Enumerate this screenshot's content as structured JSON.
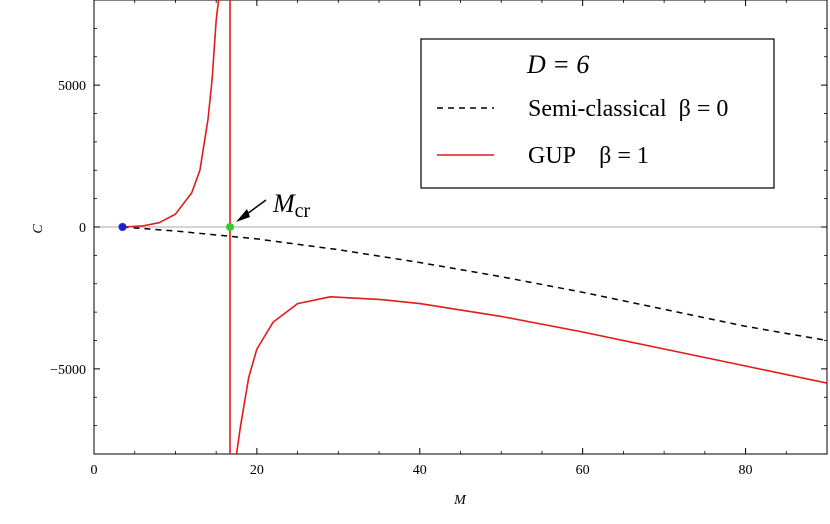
{
  "chart_data": {
    "type": "line",
    "xlabel": "M",
    "ylabel": "C",
    "xlim": [
      0,
      90
    ],
    "ylim": [
      -8000,
      8000
    ],
    "x_ticks": [
      0,
      20,
      40,
      60,
      80
    ],
    "y_ticks": [
      -5000,
      0,
      5000
    ],
    "grid": false,
    "legend": {
      "placement": "top-right",
      "title": "D = 6",
      "entries": [
        {
          "label": "Semi-classical  β = 0",
          "style": "dashed",
          "color": "#000000"
        },
        {
          "label": "GUP    β = 1",
          "style": "solid",
          "color": "#e41a1c"
        }
      ]
    },
    "series": [
      {
        "name": "Semi-classical  β = 0",
        "x": [
          3.5,
          10,
          20,
          30,
          40,
          50,
          60,
          70,
          80,
          90
        ],
        "y": [
          0,
          -140,
          -420,
          -800,
          -1250,
          -1750,
          -2300,
          -2900,
          -3500,
          -4000
        ]
      },
      {
        "name": "GUP    β = 1",
        "segments": [
          {
            "x": [
              3.5,
              6,
              8,
              10,
              12,
              13,
              14,
              14.5,
              15,
              15.3,
              15.5
            ],
            "y": [
              0,
              40,
              150,
              450,
              1200,
              2000,
              3800,
              5200,
              7300,
              8000,
              8000
            ]
          },
          {
            "x": [
              17.5,
              18,
              19,
              20,
              22,
              25,
              29,
              35,
              40,
              50,
              60,
              70,
              80,
              90
            ],
            "y": [
              -8000,
              -7000,
              -5300,
              -4300,
              -3350,
              -2700,
              -2460,
              -2550,
              -2700,
              -3150,
              -3700,
              -4300,
              -4900,
              -5500
            ]
          }
        ],
        "asymptote_x": 16.7
      }
    ],
    "points": [
      {
        "x": 3.5,
        "y": 0,
        "color": "#1f1fcf"
      },
      {
        "x": 16.7,
        "y": 0,
        "color": "#33cc33"
      }
    ],
    "annotations": [
      {
        "text": "M",
        "subscript": "cr",
        "target_x": 16.7,
        "target_y": 0
      }
    ],
    "colors": {
      "gup": "#e41a1c",
      "semi": "#000000",
      "blue_point": "#1f1fcf",
      "green_point": "#33cc33",
      "zero_line": "#aaaaaa"
    }
  }
}
